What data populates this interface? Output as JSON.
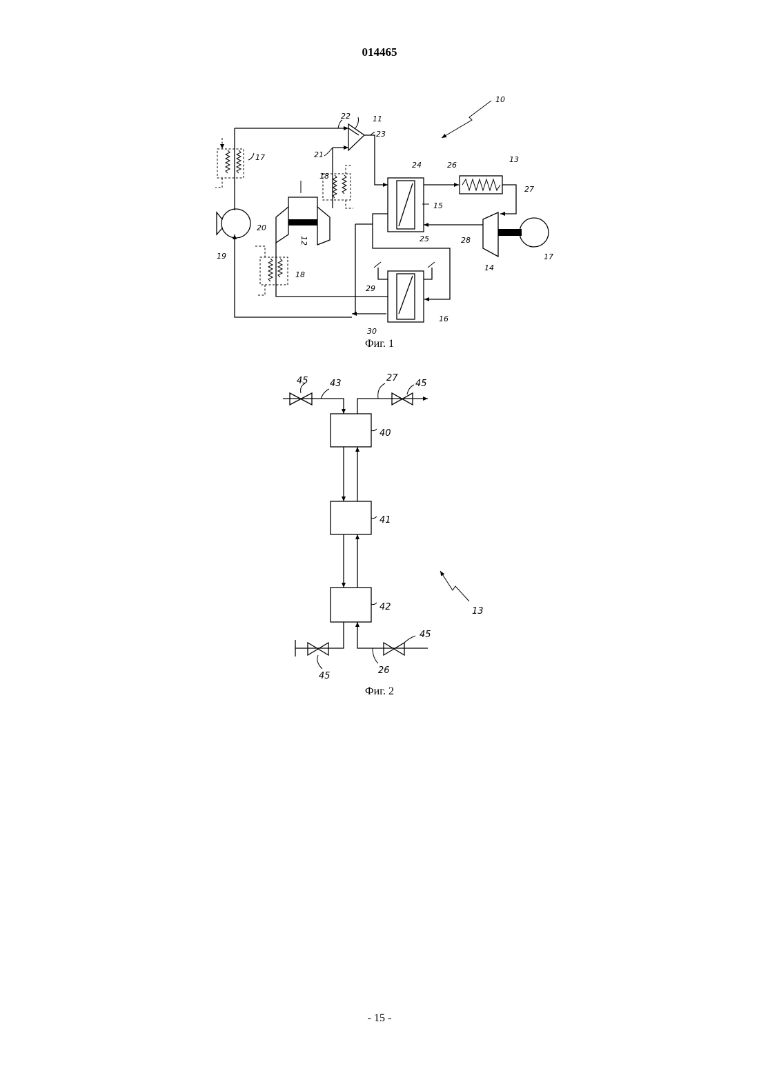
{
  "document": {
    "number": "014465",
    "page_label": "- 15 -"
  },
  "figure1": {
    "caption": "Фиг. 1",
    "refs": {
      "r10": "10",
      "r11": "11",
      "r12": "12",
      "r13": "13",
      "r14": "14",
      "r15": "15",
      "r16": "16",
      "r17a": "17",
      "r17b": "17",
      "r18a": "18",
      "r18b": "18",
      "r19": "19",
      "r20": "20",
      "r21": "21",
      "r22": "22",
      "r23": "23",
      "r24": "24",
      "r25": "25",
      "r26": "26",
      "r27": "27",
      "r28": "28",
      "r29": "29",
      "r30": "30"
    }
  },
  "figure2": {
    "caption": "Фиг. 2",
    "refs": {
      "r40": "40",
      "r41": "41",
      "r42": "42",
      "r43": "43",
      "r45a": "45",
      "r45b": "45",
      "r45c": "45",
      "r45d": "45",
      "r27": "27",
      "r26": "26",
      "r13": "13"
    }
  }
}
